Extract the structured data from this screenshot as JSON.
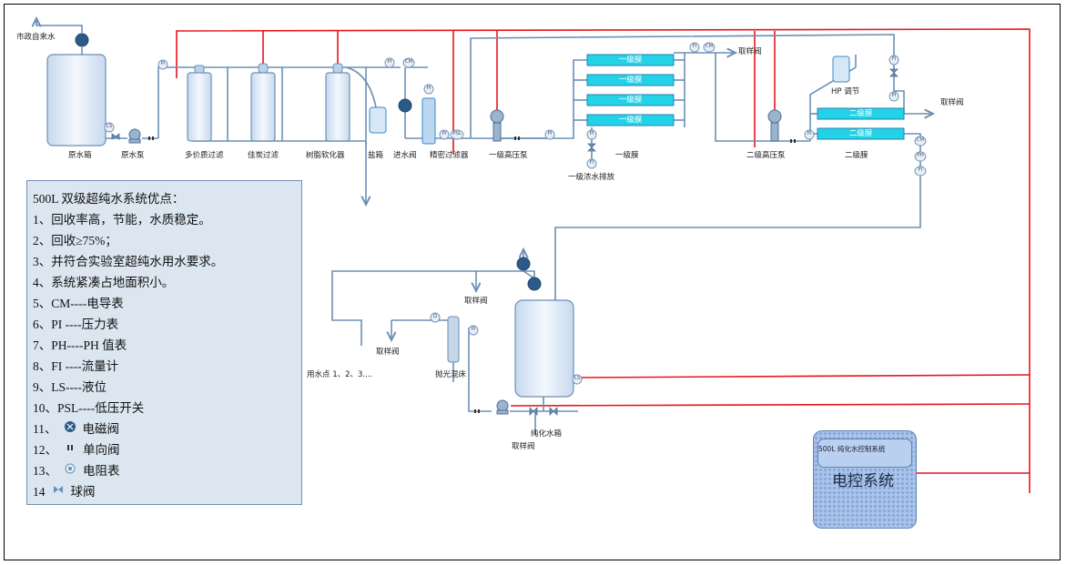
{
  "labels": {
    "source_water": "市政自来水",
    "raw_tank": "原水箱",
    "raw_pump": "原水泵",
    "multi_media_filter": "多价质过滤",
    "carbon_filter": "佳炭过滤",
    "resin_softener": "树脂软化器",
    "salt_box": "盐箱",
    "inlet_valve": "进水阀",
    "precision_filter": "精密过滤器",
    "hp_pump_1": "一级高压泵",
    "primary_membrane": "一级膜",
    "primary_drain": "一级浓水排放",
    "sample_valve_top": "取样阀",
    "hp_pump_2": "二级高压泵",
    "secondary_membrane": "二级膜",
    "hp_adjust": "HP 调节",
    "sample_valve_right": "取样阀",
    "sample_valve_mid": "取样阀",
    "sample_valve_left": "取样阀",
    "use_points": "用水点 1、2、3....",
    "polishing_bed": "抛光混床",
    "pure_water_tank": "纯化水箱",
    "sample_valve_bottom": "取样阀"
  },
  "membranes": {
    "primary": [
      "一级膜",
      "一级膜",
      "一级膜",
      "一级膜"
    ],
    "secondary": [
      "二级膜",
      "二级膜"
    ]
  },
  "gauges": {
    "pi": "PI",
    "cm": "CM",
    "fi": "FI",
    "psl": "PSL",
    "ls": "LS",
    "ph": "PH",
    "ohm": "Ω"
  },
  "legend": {
    "title": "500L 双级超纯水系统优点：",
    "items": [
      {
        "text": "1、回收率高，节能，水质稳定。"
      },
      {
        "text": "2、回收≥75%；"
      },
      {
        "text": "3、并符合实验室超纯水用水要求。"
      },
      {
        "text": "4、系统紧凑占地面积小。"
      },
      {
        "text": "5、CM----电导表"
      },
      {
        "text": "6、PI    ----压力表"
      },
      {
        "text": "7、PH----PH 值表"
      },
      {
        "text": "8、FI ----流量计"
      },
      {
        "text": "9、LS----液位"
      },
      {
        "text": "10、PSL----低压开关"
      }
    ],
    "symbol_items": [
      {
        "num": "11、",
        "icon": "solenoid-valve-icon",
        "text": "电磁阀"
      },
      {
        "num": "12、",
        "icon": "check-valve-icon",
        "text": "单向阀"
      },
      {
        "num": "13、",
        "icon": "resistivity-meter-icon",
        "text": "电阻表"
      },
      {
        "num": "14",
        "icon": "ball-valve-icon",
        "text": "球阀"
      }
    ]
  },
  "control": {
    "subtitle": "500L 纯化水控制系统",
    "title": "电控系统"
  },
  "colors": {
    "pipe": "#6a8fb5",
    "signal": "#e8141c",
    "membrane_fill": "#22d3e8",
    "tank_fill": "#dbe8f6",
    "legend_bg": "#dce6f0",
    "control_fill": "#a9c3ea"
  }
}
